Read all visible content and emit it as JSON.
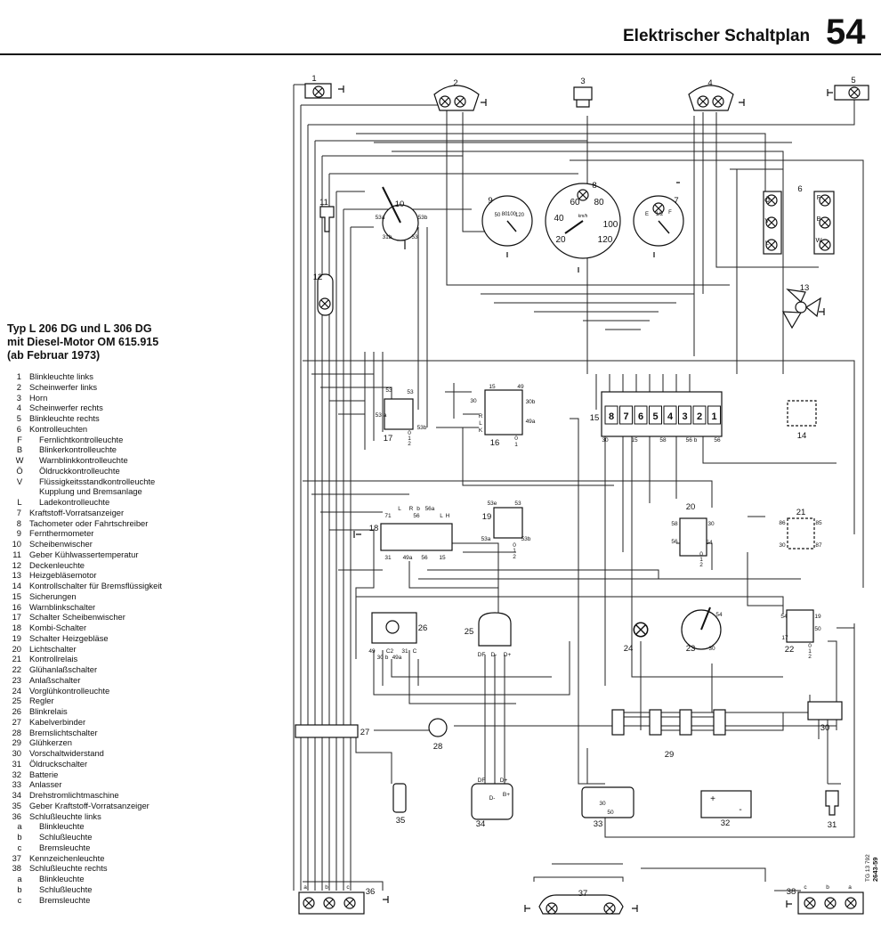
{
  "header": {
    "title": "Elektrischer Schaltplan",
    "page_number": "54"
  },
  "legend": {
    "title_lines": [
      "Typ L 206 DG und L 306 DG",
      "mit Diesel-Motor OM 615.915",
      "(ab Februar 1973)"
    ],
    "items": [
      {
        "num": "1",
        "label": "Blinkleuchte links"
      },
      {
        "num": "2",
        "label": "Scheinwerfer links"
      },
      {
        "num": "3",
        "label": "Horn"
      },
      {
        "num": "4",
        "label": "Scheinwerfer rechts"
      },
      {
        "num": "5",
        "label": "Blinkleuchte rechts"
      },
      {
        "num": "6",
        "label": "Kontrolleuchten"
      },
      {
        "num": "F",
        "label": "Fernlichtkontrolleuchte",
        "sub": true
      },
      {
        "num": "B",
        "label": "Blinkerkontrolleuchte",
        "sub": true
      },
      {
        "num": "W",
        "label": "Warnblinkkontrolleuchte",
        "sub": true
      },
      {
        "num": "Ö",
        "label": "Öldruckkontrolleuchte",
        "sub": true
      },
      {
        "num": "V",
        "label": "Flüssigkeitsstandkontrolleuchte",
        "sub": true
      },
      {
        "num": "",
        "label": "Kupplung und Bremsanlage",
        "sub": true
      },
      {
        "num": "L",
        "label": "Ladekontrolleuchte",
        "sub": true
      },
      {
        "num": "7",
        "label": "Kraftstoff-Vorratsanzeiger"
      },
      {
        "num": "8",
        "label": "Tachometer oder Fahrtschreiber"
      },
      {
        "num": "9",
        "label": "Fernthermometer"
      },
      {
        "num": "10",
        "label": "Scheibenwischer"
      },
      {
        "num": "11",
        "label": "Geber Kühlwassertemperatur"
      },
      {
        "num": "12",
        "label": "Deckenleuchte"
      },
      {
        "num": "13",
        "label": "Heizgebläsemotor"
      },
      {
        "num": "14",
        "label": "Kontrollschalter für Bremsflüssigkeit"
      },
      {
        "num": "15",
        "label": "Sicherungen"
      },
      {
        "num": "16",
        "label": "Warnblinkschalter"
      },
      {
        "num": "17",
        "label": "Schalter Scheibenwischer"
      },
      {
        "num": "18",
        "label": "Kombi-Schalter"
      },
      {
        "num": "19",
        "label": "Schalter Heizgebläse"
      },
      {
        "num": "20",
        "label": "Lichtschalter"
      },
      {
        "num": "21",
        "label": "Kontrollrelais"
      },
      {
        "num": "22",
        "label": "Glühanlaßschalter"
      },
      {
        "num": "23",
        "label": "Anlaßschalter"
      },
      {
        "num": "24",
        "label": "Vorglühkontrolleuchte"
      },
      {
        "num": "25",
        "label": "Regler"
      },
      {
        "num": "26",
        "label": "Blinkrelais"
      },
      {
        "num": "27",
        "label": "Kabelverbinder"
      },
      {
        "num": "28",
        "label": "Bremslichtschalter"
      },
      {
        "num": "29",
        "label": "Glühkerzen"
      },
      {
        "num": "30",
        "label": "Vorschaltwiderstand"
      },
      {
        "num": "31",
        "label": "Öldruckschalter"
      },
      {
        "num": "32",
        "label": "Batterie"
      },
      {
        "num": "33",
        "label": "Anlasser"
      },
      {
        "num": "34",
        "label": "Drehstromlichtmaschine"
      },
      {
        "num": "35",
        "label": "Geber Kraftstoff-Vorratsanzeiger"
      },
      {
        "num": "36",
        "label": "Schlußleuchte links"
      },
      {
        "num": "a",
        "label": "Blinkleuchte",
        "sub": true
      },
      {
        "num": "b",
        "label": "Schlußleuchte",
        "sub": true
      },
      {
        "num": "c",
        "label": "Bremsleuchte",
        "sub": true
      },
      {
        "num": "37",
        "label": "Kennzeichenleuchte"
      },
      {
        "num": "38",
        "label": "Schlußleuchte rechts"
      },
      {
        "num": "a",
        "label": "Blinkleuchte",
        "sub": true
      },
      {
        "num": "b",
        "label": "Schlußleuchte",
        "sub": true
      },
      {
        "num": "c",
        "label": "Bremsleuchte",
        "sub": true
      }
    ]
  },
  "diagram": {
    "component_labels": [
      "1",
      "2",
      "3",
      "4",
      "5",
      "6",
      "7",
      "8",
      "9",
      "10",
      "11",
      "12",
      "13",
      "14",
      "15",
      "16",
      "17",
      "18",
      "19",
      "20",
      "21",
      "22",
      "23",
      "24",
      "25",
      "26",
      "27",
      "28",
      "29",
      "30",
      "31",
      "32",
      "33",
      "34",
      "35",
      "36",
      "37",
      "38"
    ],
    "lamp_letters": {
      "left": [
        "Ö",
        "V",
        "L"
      ],
      "right": [
        "F",
        "B",
        "W"
      ]
    },
    "speedometer": {
      "scale": [
        "20",
        "40",
        "60",
        "80",
        "100",
        "120"
      ],
      "unit": "km/h"
    },
    "fuel_gauge_marks": [
      "E",
      "1/2",
      "F"
    ],
    "thermometer_marks": [
      "50",
      "80",
      "100",
      "120"
    ],
    "fuse_numbers": [
      "8",
      "7",
      "6",
      "5",
      "4",
      "3",
      "2",
      "1"
    ],
    "fuse_terminals": [
      "30",
      "15",
      "58",
      "56 b",
      "56"
    ],
    "terminals": {
      "wiper_motor": [
        "53a",
        "53b",
        "31b",
        "53"
      ],
      "wiper_switch": [
        "53",
        "53",
        "53 a",
        "53b",
        "0",
        "1",
        "2"
      ],
      "hazard_switch": [
        "15",
        "49",
        "30",
        "30b",
        "R",
        "L",
        "K",
        "49a",
        "0",
        "1"
      ],
      "combi_switch": [
        "71",
        "L",
        "R",
        "b",
        "56",
        "56a",
        "L",
        "H",
        "31",
        "49a",
        "56",
        "15"
      ],
      "fan_switch": [
        "53e",
        "53",
        "53a",
        "53b",
        "0",
        "1",
        "2"
      ],
      "light_switch": [
        "58",
        "30",
        "56",
        "54",
        "0",
        "1",
        "2"
      ],
      "control_relay": [
        "86",
        "85",
        "30",
        "87"
      ],
      "glow_switch": [
        "54",
        "19",
        "17",
        "50",
        "0",
        "1",
        "2"
      ],
      "start_switch": [
        "54",
        "30"
      ],
      "flasher": [
        "49",
        "30 b",
        "C2",
        "49a",
        "31",
        "C"
      ],
      "regulator": [
        "DF",
        "D-",
        "D+"
      ],
      "alternator": [
        "DF",
        "D+",
        "D-",
        "B+"
      ],
      "starter": [
        "30",
        "50"
      ],
      "battery": [
        "+",
        "-"
      ],
      "tail_left": [
        "a",
        "b",
        "c"
      ],
      "tail_right": [
        "c",
        "b",
        "a"
      ]
    },
    "side_code": [
      "TG 13 792",
      "2643-59"
    ]
  }
}
